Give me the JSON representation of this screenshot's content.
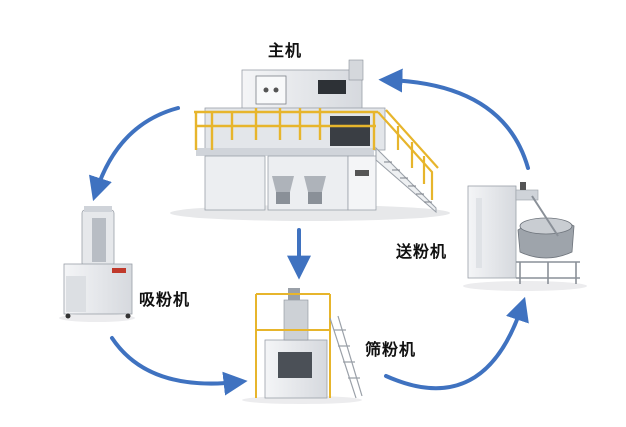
{
  "labels": {
    "main_machine": "主机",
    "powder_feeder": "送粉机",
    "powder_suction": "吸粉机",
    "powder_sieve": "筛粉机"
  },
  "colors": {
    "arrow": "#3f72c0",
    "frame_yellow": "#e7b52c",
    "machine_body": "#e9ebee",
    "machine_shade": "#c8ccd2"
  }
}
